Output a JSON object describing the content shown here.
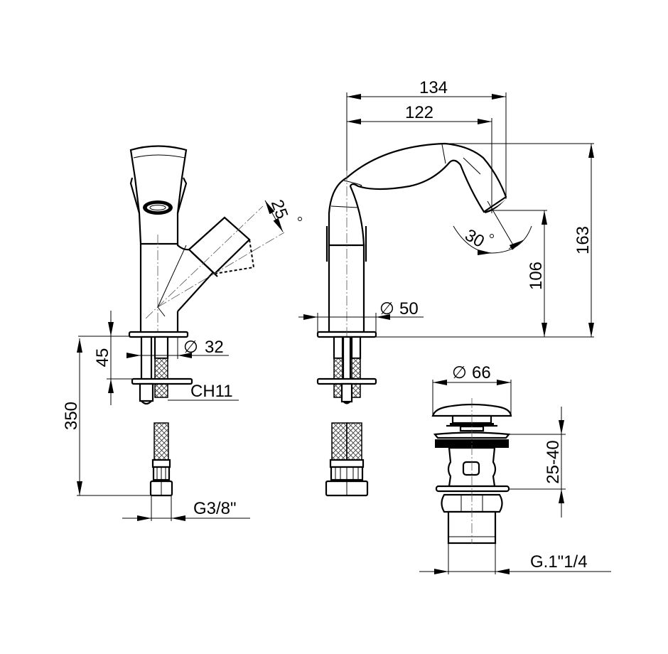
{
  "drawing": {
    "title": "Faucet and pop-up drain technical dimension drawing",
    "views": [
      {
        "name": "front-view-faucet",
        "description": "Front view of faucet with lever handle"
      },
      {
        "name": "side-view-faucet",
        "description": "Side view of faucet with curved spout"
      },
      {
        "name": "pop-up-drain",
        "description": "Pop-up waste drain assembly"
      }
    ]
  },
  "dimensions": {
    "front_view": {
      "handle_angle": "25",
      "handle_angle_unit": "°",
      "base_diameter_symbol": "∅",
      "base_diameter": "32",
      "mount_depth": "45",
      "wrench_size": "CH11",
      "hose_length": "350",
      "hose_thread": "G3/8\""
    },
    "side_view": {
      "reach_total": "134",
      "reach_outlet": "122",
      "total_height": "163",
      "outlet_height": "106",
      "outlet_angle": "30",
      "base_diameter_symbol": "∅",
      "base_diameter": "50"
    },
    "drain": {
      "cap_diameter_symbol": "∅",
      "cap_diameter": "66",
      "thickness_range": "25-40",
      "thread": "G.1\"1/4"
    }
  }
}
